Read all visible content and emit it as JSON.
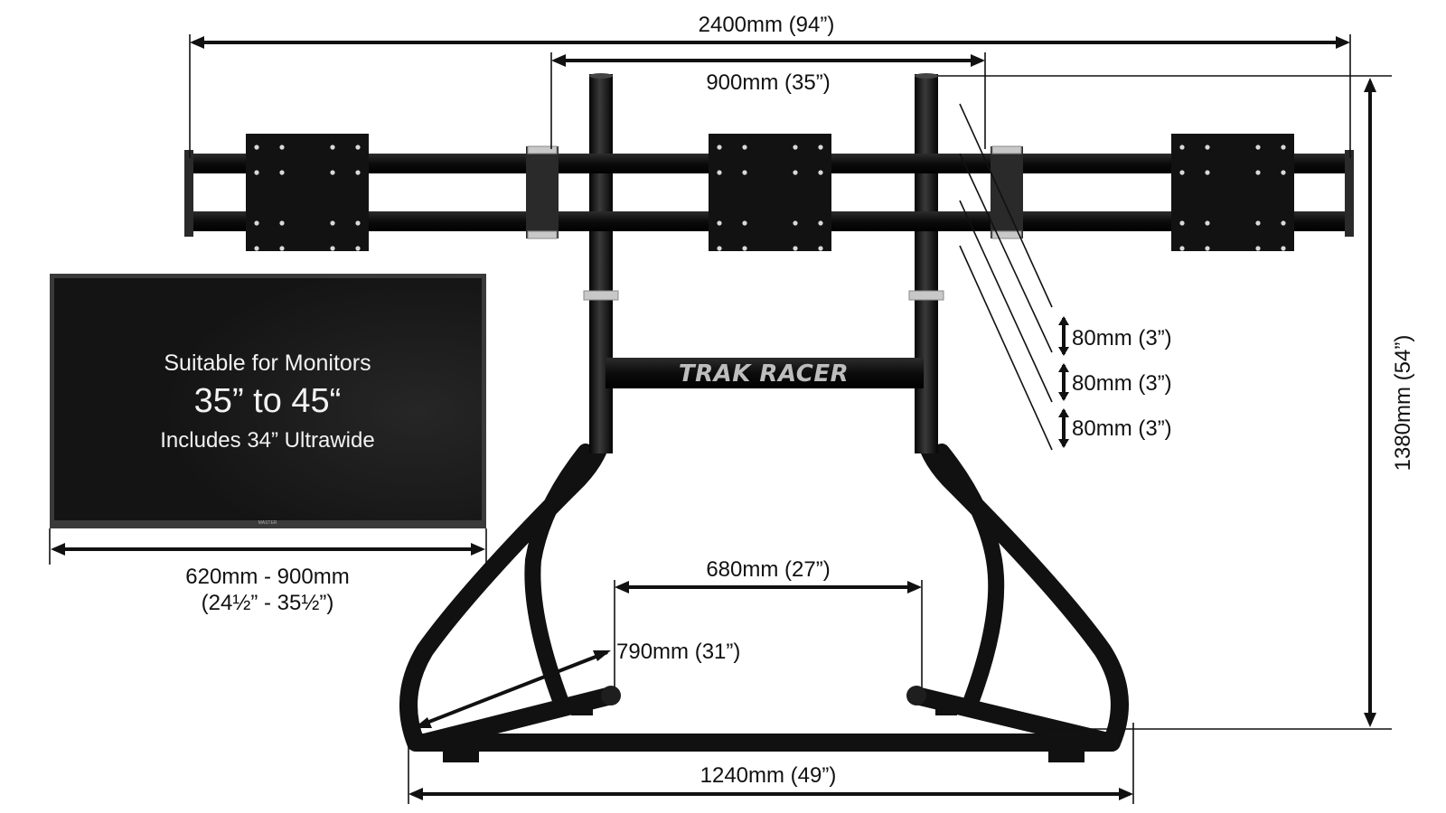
{
  "brand": {
    "logo_text": "TRAK RACER"
  },
  "monitor_box": {
    "line1": "Suitable for Monitors",
    "line2": "35” to 45“",
    "line3": "Includes 34” Ultrawide",
    "bezel_brand": "MASTER"
  },
  "dimensions": {
    "overall_width": "2400mm (94”)",
    "upright_spacing": "900mm (35”)",
    "height": "1380mm (54”)",
    "adjust_step_1": "80mm (3”)",
    "adjust_step_2": "80mm (3”)",
    "adjust_step_3": "80mm (3”)",
    "monitor_width_line1": "620mm - 900mm",
    "monitor_width_line2": "(24½” - 35½”)",
    "inner_foot_spacing": "680mm (27”)",
    "foot_depth": "790mm (31”)",
    "base_width": "1240mm (49”)"
  },
  "colors": {
    "frame": "#111111",
    "background": "#ffffff",
    "plate_holes": "#d9d9d9"
  }
}
